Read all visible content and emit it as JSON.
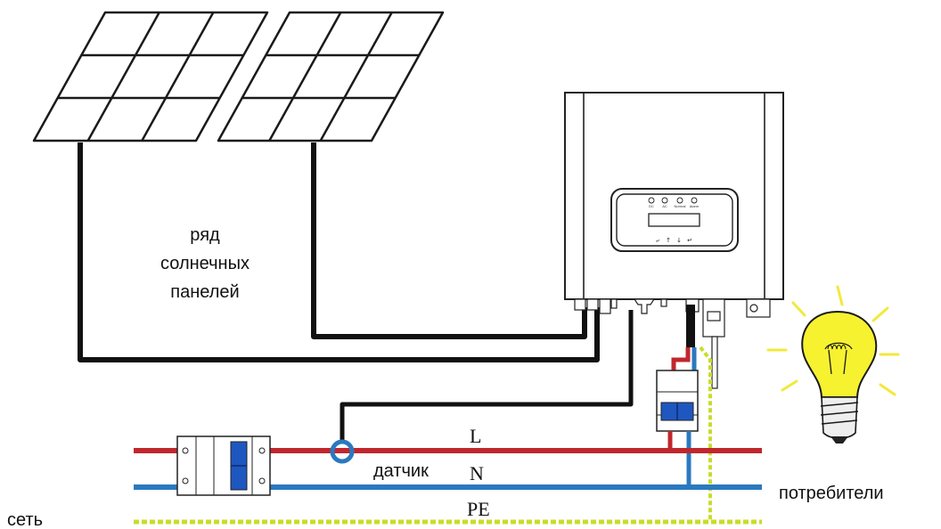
{
  "labels": {
    "panel_array": [
      "ряд",
      "солнечных",
      "панелей"
    ],
    "line_l": "L",
    "line_n": "N",
    "line_pe": "PE",
    "sensor": "датчик",
    "grid": "сеть",
    "consumers": "потребители"
  },
  "inverter": {
    "leds": [
      "DC",
      "AC",
      "Normal",
      "Alarm"
    ],
    "buttons": [
      "⤶",
      "↑",
      "↓",
      "↵"
    ]
  },
  "colors": {
    "line_l": "#c0272d",
    "line_n": "#2a79bf",
    "line_pe": "#c9dc2b",
    "cable": "#111111",
    "breaker_handle": "#1f57c0",
    "bulb": "#f7f22f"
  }
}
